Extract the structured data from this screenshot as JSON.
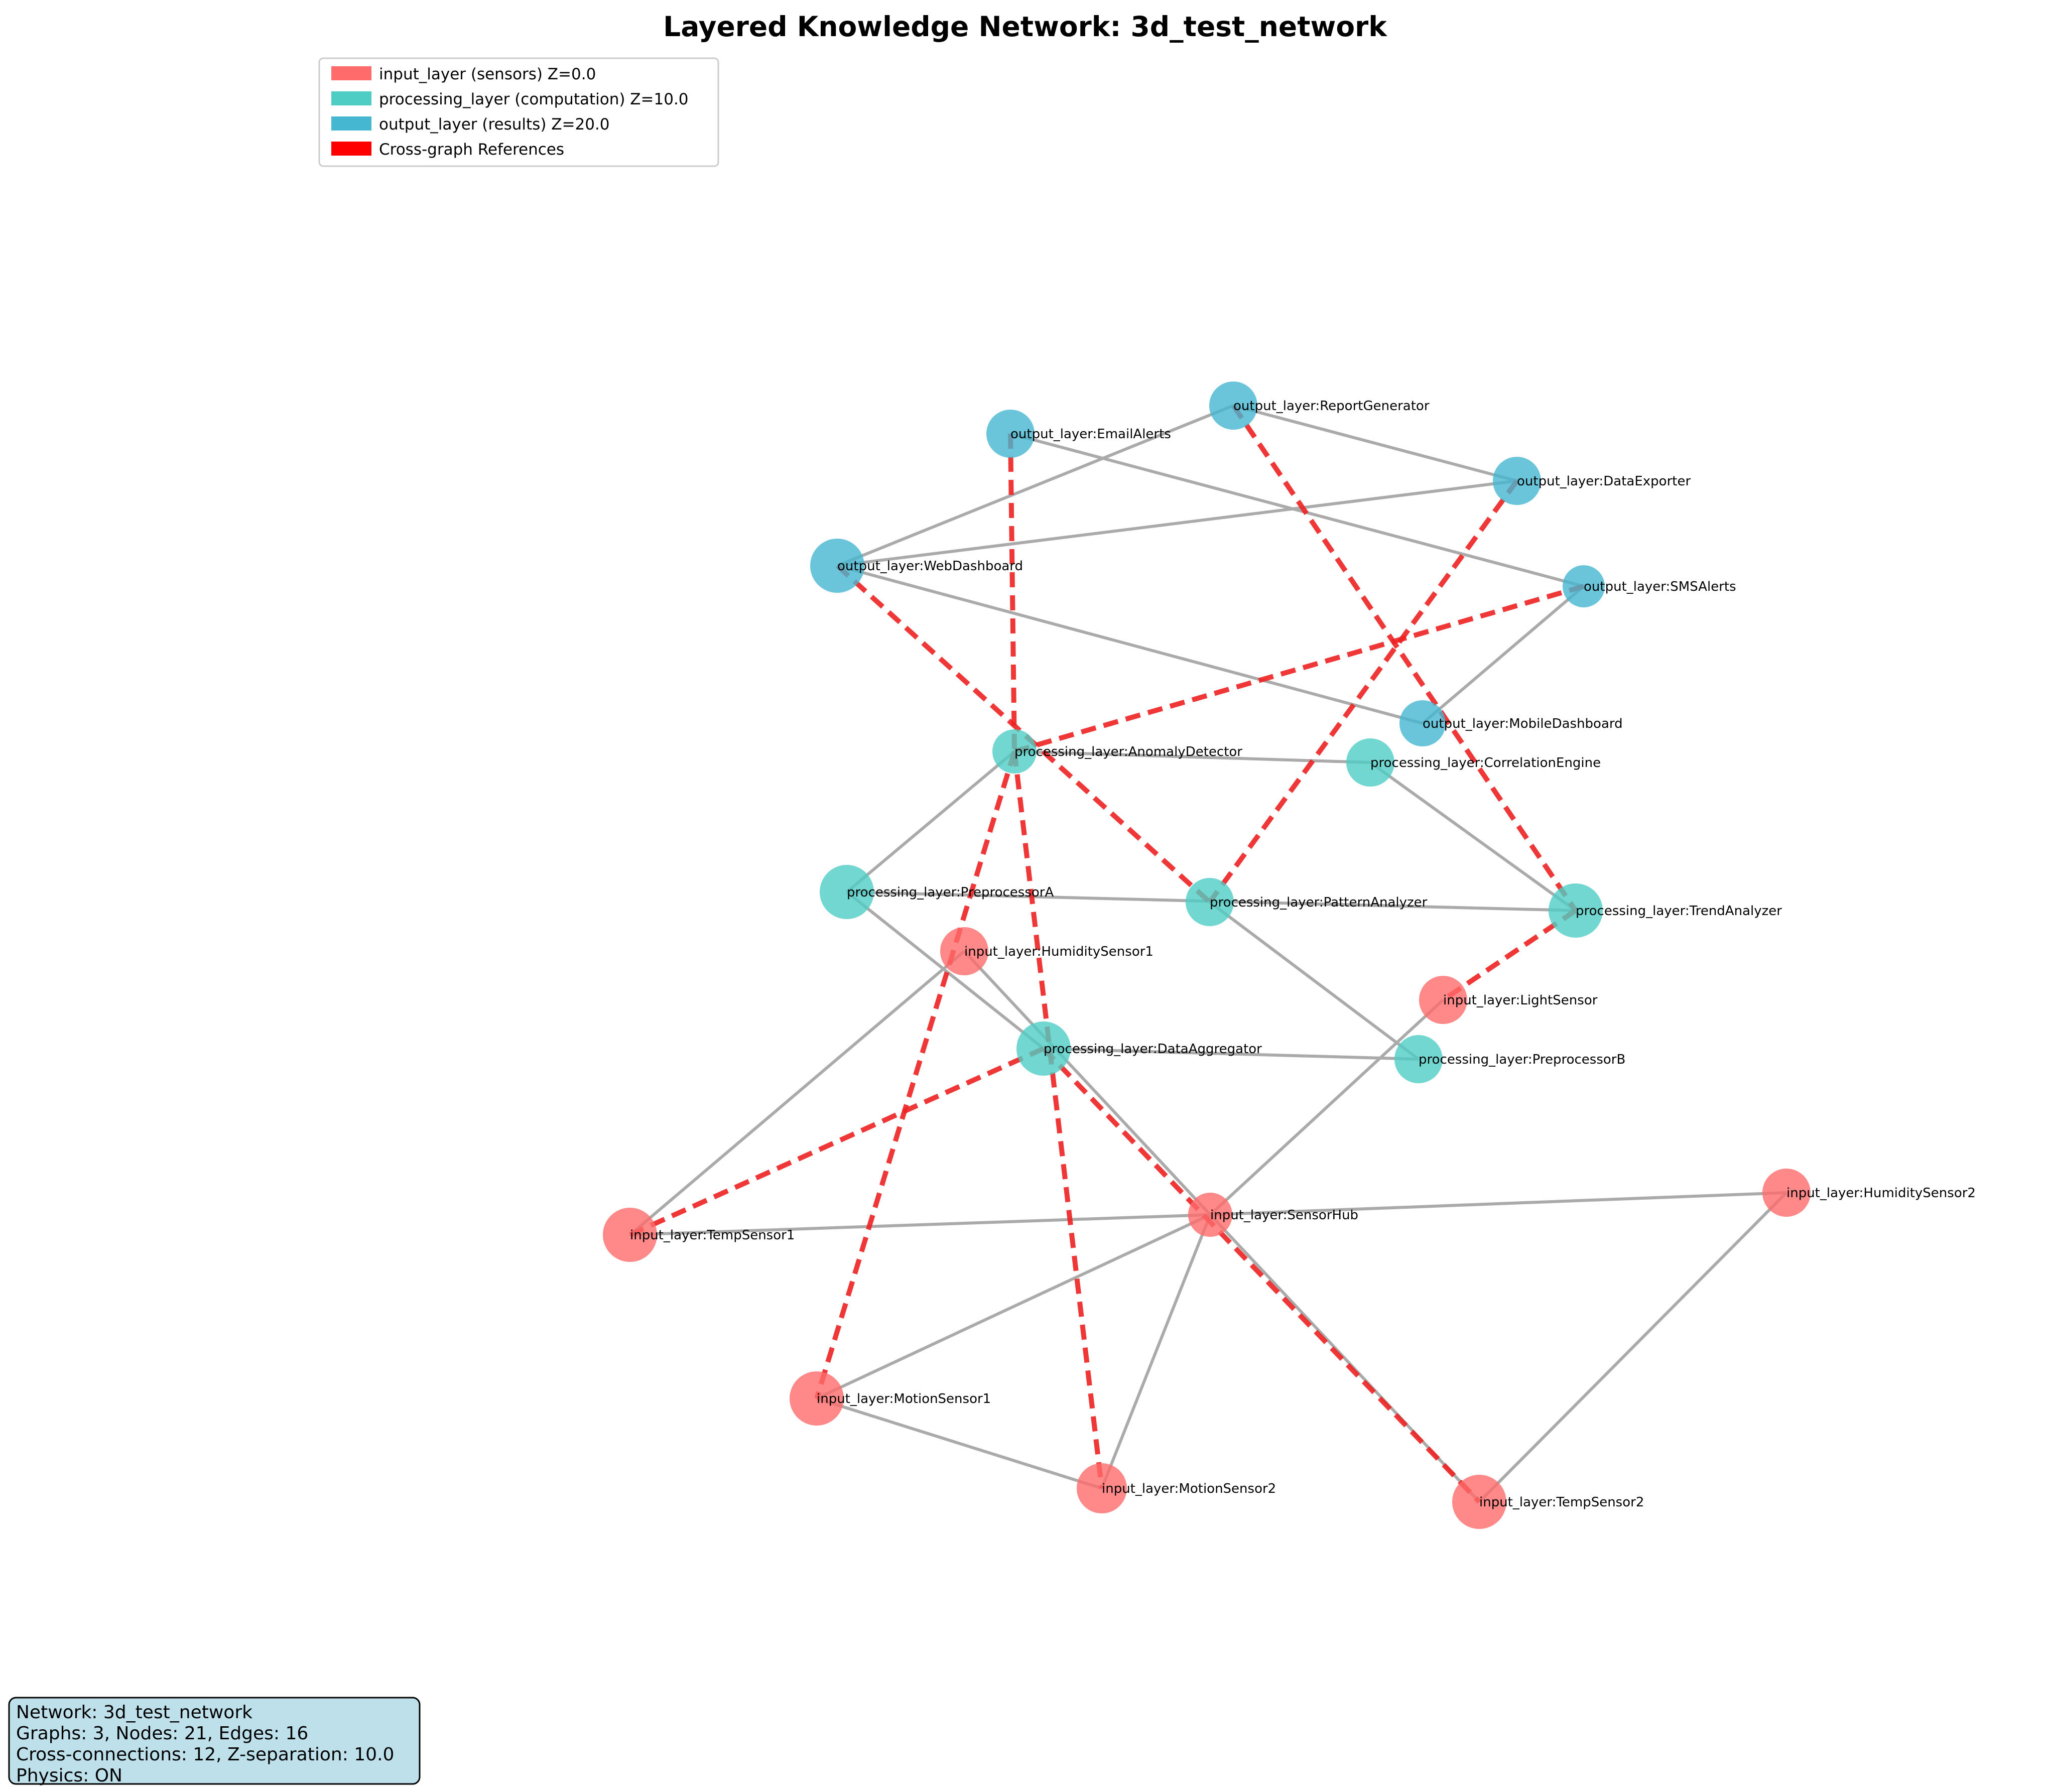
{
  "title": "Layered Knowledge Network: 3d_test_network",
  "legend": [
    {
      "label": "input_layer (sensors) Z=0.0",
      "color": "#FF6B6B"
    },
    {
      "label": "processing_layer (computation) Z=10.0",
      "color": "#4ECDC4"
    },
    {
      "label": "output_layer (results) Z=20.0",
      "color": "#45B7D1"
    },
    {
      "label": "Cross-graph References",
      "color": "#FF0000"
    }
  ],
  "info": [
    "Network: 3d_test_network",
    "Graphs: 3, Nodes: 21, Edges: 16",
    "Cross-connections: 12, Z-separation: 10.0",
    "Physics: ON"
  ],
  "layer_colors": {
    "input_layer": "#FF6B6B",
    "processing_layer": "#4ECDC4",
    "output_layer": "#45B7D1",
    "edge": "#AAAAAA",
    "cross": "#EE2222"
  },
  "nodes": [
    {
      "id": "output_layer:ReportGenerator",
      "layer": "output_layer"
    },
    {
      "id": "output_layer:EmailAlerts",
      "layer": "output_layer"
    },
    {
      "id": "output_layer:DataExporter",
      "layer": "output_layer"
    },
    {
      "id": "output_layer:WebDashboard",
      "layer": "output_layer"
    },
    {
      "id": "output_layer:SMSAlerts",
      "layer": "output_layer"
    },
    {
      "id": "output_layer:MobileDashboard",
      "layer": "output_layer"
    },
    {
      "id": "processing_layer:AnomalyDetector",
      "layer": "processing_layer"
    },
    {
      "id": "processing_layer:CorrelationEngine",
      "layer": "processing_layer"
    },
    {
      "id": "processing_layer:PreprocessorA",
      "layer": "processing_layer"
    },
    {
      "id": "processing_layer:PatternAnalyzer",
      "layer": "processing_layer"
    },
    {
      "id": "processing_layer:TrendAnalyzer",
      "layer": "processing_layer"
    },
    {
      "id": "processing_layer:DataAggregator",
      "layer": "processing_layer"
    },
    {
      "id": "processing_layer:PreprocessorB",
      "layer": "processing_layer"
    },
    {
      "id": "input_layer:HumiditySensor1",
      "layer": "input_layer"
    },
    {
      "id": "input_layer:LightSensor",
      "layer": "input_layer"
    },
    {
      "id": "input_layer:TempSensor1",
      "layer": "input_layer"
    },
    {
      "id": "input_layer:SensorHub",
      "layer": "input_layer"
    },
    {
      "id": "input_layer:HumiditySensor2",
      "layer": "input_layer"
    },
    {
      "id": "input_layer:MotionSensor1",
      "layer": "input_layer"
    },
    {
      "id": "input_layer:MotionSensor2",
      "layer": "input_layer"
    },
    {
      "id": "input_layer:TempSensor2",
      "layer": "input_layer"
    }
  ],
  "edges": [
    [
      "output_layer:ReportGenerator",
      "output_layer:WebDashboard"
    ],
    [
      "output_layer:ReportGenerator",
      "output_layer:DataExporter"
    ],
    [
      "output_layer:EmailAlerts",
      "output_layer:SMSAlerts"
    ],
    [
      "output_layer:WebDashboard",
      "output_layer:DataExporter"
    ],
    [
      "output_layer:WebDashboard",
      "output_layer:MobileDashboard"
    ],
    [
      "output_layer:SMSAlerts",
      "output_layer:MobileDashboard"
    ],
    [
      "processing_layer:AnomalyDetector",
      "processing_layer:CorrelationEngine"
    ],
    [
      "processing_layer:AnomalyDetector",
      "processing_layer:PreprocessorA"
    ],
    [
      "processing_layer:CorrelationEngine",
      "processing_layer:TrendAnalyzer"
    ],
    [
      "processing_layer:PreprocessorA",
      "processing_layer:TrendAnalyzer"
    ],
    [
      "processing_layer:PreprocessorA",
      "processing_layer:DataAggregator"
    ],
    [
      "processing_layer:PatternAnalyzer",
      "processing_layer:PreprocessorB"
    ],
    [
      "processing_layer:DataAggregator",
      "processing_layer:PreprocessorB"
    ],
    [
      "input_layer:HumiditySensor1",
      "input_layer:TempSensor1"
    ],
    [
      "input_layer:HumiditySensor1",
      "input_layer:SensorHub"
    ],
    [
      "input_layer:LightSensor",
      "input_layer:SensorHub"
    ],
    [
      "input_layer:TempSensor1",
      "input_layer:SensorHub"
    ],
    [
      "input_layer:SensorHub",
      "input_layer:HumiditySensor2"
    ],
    [
      "input_layer:SensorHub",
      "input_layer:MotionSensor1"
    ],
    [
      "input_layer:SensorHub",
      "input_layer:MotionSensor2"
    ],
    [
      "input_layer:SensorHub",
      "input_layer:TempSensor2"
    ],
    [
      "input_layer:MotionSensor1",
      "input_layer:MotionSensor2"
    ],
    [
      "input_layer:HumiditySensor2",
      "input_layer:TempSensor2"
    ]
  ],
  "cross_edges": [
    [
      "output_layer:EmailAlerts",
      "processing_layer:AnomalyDetector"
    ],
    [
      "output_layer:ReportGenerator",
      "processing_layer:TrendAnalyzer"
    ],
    [
      "output_layer:DataExporter",
      "processing_layer:PatternAnalyzer"
    ],
    [
      "output_layer:WebDashboard",
      "processing_layer:PatternAnalyzer"
    ],
    [
      "output_layer:SMSAlerts",
      "processing_layer:AnomalyDetector"
    ],
    [
      "processing_layer:AnomalyDetector",
      "input_layer:MotionSensor1"
    ],
    [
      "processing_layer:AnomalyDetector",
      "input_layer:MotionSensor2"
    ],
    [
      "processing_layer:DataAggregator",
      "input_layer:TempSensor1"
    ],
    [
      "processing_layer:DataAggregator",
      "input_layer:TempSensor2"
    ],
    [
      "processing_layer:TrendAnalyzer",
      "input_layer:LightSensor"
    ]
  ]
}
